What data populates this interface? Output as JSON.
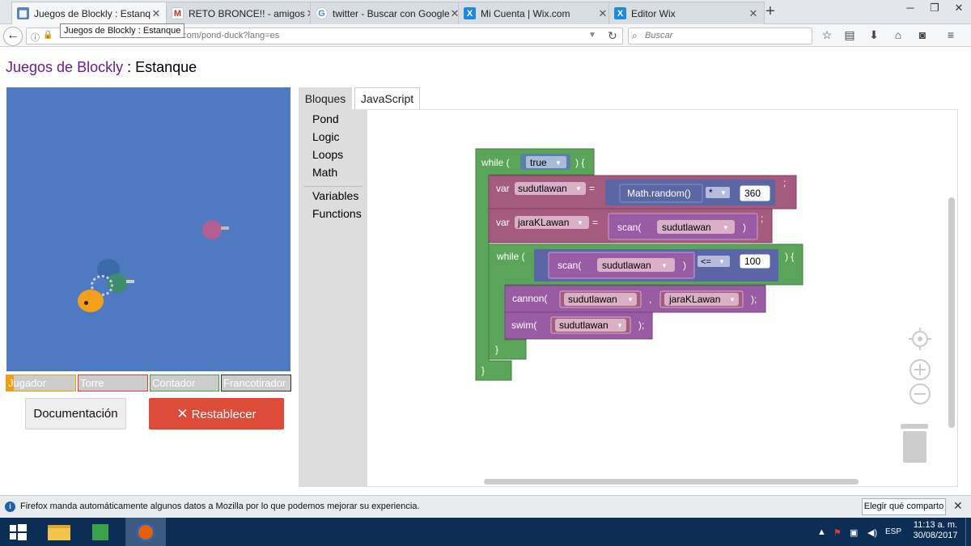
{
  "browser": {
    "tabs": [
      {
        "title": "Juegos de Blockly : Estanque",
        "icon": "blockly-favicon",
        "active": true
      },
      {
        "title": "RETO BRONCE!! - amigosele",
        "icon": "gmail-icon",
        "active": false
      },
      {
        "title": "twitter - Buscar con Google",
        "icon": "google-icon",
        "active": false
      },
      {
        "title": "Mi Cuenta | Wix.com",
        "icon": "wix-icon",
        "active": false
      },
      {
        "title": "Editor Wix",
        "icon": "wix-icon",
        "active": false
      }
    ],
    "new_tab": "+",
    "url_visible": "t.com/pond-duck?lang=es",
    "tooltip": "Juegos de Blockly : Estanque",
    "search_placeholder": "Buscar"
  },
  "page": {
    "title_app": "Juegos de Blockly",
    "title_sep": " : ",
    "title_game": "Estanque"
  },
  "players": [
    {
      "name": "Jugador",
      "color": "#f39c12",
      "health": 0.1
    },
    {
      "name": "Torre",
      "color": "#e53935",
      "health": 0
    },
    {
      "name": "Contador",
      "color": "#43a047",
      "health": 0
    },
    {
      "name": "Francotirador",
      "color": "#263238",
      "health": 0
    }
  ],
  "buttons": {
    "docs": "Documentación",
    "reset": "Restablecer",
    "reset_icon": "✕"
  },
  "editor": {
    "tabs": [
      "Bloques",
      "JavaScript"
    ],
    "categories": [
      "Pond",
      "Logic",
      "Loops",
      "Math",
      "Variables",
      "Functions"
    ]
  },
  "code": {
    "while": "while (",
    "true": "true",
    "open_brace": ") {",
    "var": "var",
    "eq": "=",
    "semicolon": ";",
    "var1": "sudutlawan",
    "math_random": "Math.random()",
    "times": "*",
    "num360": "360",
    "var2": "jaraKLawan",
    "scan": "scan(",
    "close_paren": ")",
    "lte": "<=",
    "num100": "100",
    "cannon": "cannon(",
    "comma": ",",
    "swim": "swim(",
    "close_stmt": ");",
    "close_brace": "}"
  },
  "notification": {
    "text": "Firefox manda automáticamente algunos datos a Mozilla por lo que podemos mejorar su experiencia.",
    "button": "Elegir qué comparto"
  },
  "taskbar": {
    "time": "11:13 a. m.",
    "date": "30/08/2017",
    "lang": "ESP"
  },
  "colors": {
    "pond_water": "#4f7ac1",
    "loop_block": "#5ba55b",
    "var_block": "#a55b80",
    "math_block": "#5b67a5",
    "pond_block": "#9a5ba5",
    "reset_button": "#dd4b39"
  }
}
